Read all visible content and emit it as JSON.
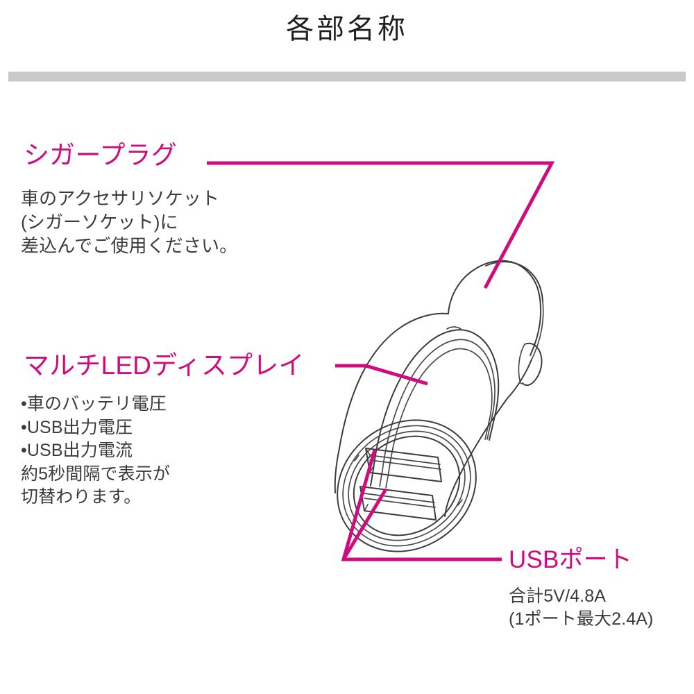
{
  "header": {
    "title": "各部名称"
  },
  "callouts": {
    "cigar_plug": {
      "heading": "シガープラグ",
      "body": "車のアクセサリソケット\n(シガーソケット)に\n差込んでご使用ください。"
    },
    "led_display": {
      "heading": "マルチLEDディスプレイ",
      "body": "•車のバッテリ電圧\n•USB出力電圧\n•USB出力電流\n約5秒間隔で表示が\n切替わります。"
    },
    "usb_port": {
      "heading": "USBポート",
      "body": "合計5V/4.8A\n(1ポート最大2.4A)"
    }
  },
  "illustration": {
    "name": "usb-car-charger-line-drawing",
    "parts": [
      "cigar-plug-barrel",
      "side-contact-spring",
      "led-display-band",
      "front-bezel-ring",
      "usb-port-slot-upper",
      "usb-port-slot-lower"
    ]
  },
  "colors": {
    "accent_magenta": "#cf0b7d",
    "body_text": "#3b3b3b",
    "title_text": "#231f20",
    "rule_gray": "#c9c9c9",
    "ink": "#3c3c3c"
  }
}
